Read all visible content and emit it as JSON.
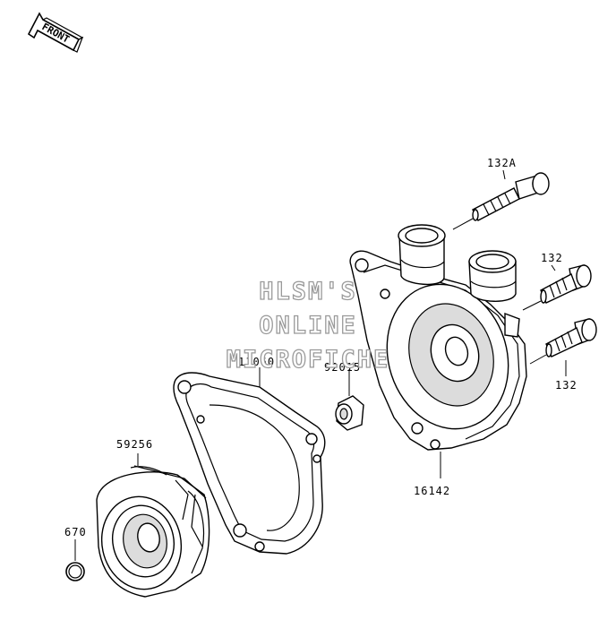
{
  "front_badge": {
    "text": "FRONT"
  },
  "watermark": {
    "line1": "HLSM'S",
    "line2": "ONLINE",
    "line3": "MICROFICHE"
  },
  "callouts": {
    "bolt_long": "132A",
    "bolt_upper": "132",
    "bolt_lower": "132",
    "gasket": "11060",
    "nut": "92015",
    "cover": "16142",
    "impeller": "59256",
    "o_ring": "670"
  }
}
